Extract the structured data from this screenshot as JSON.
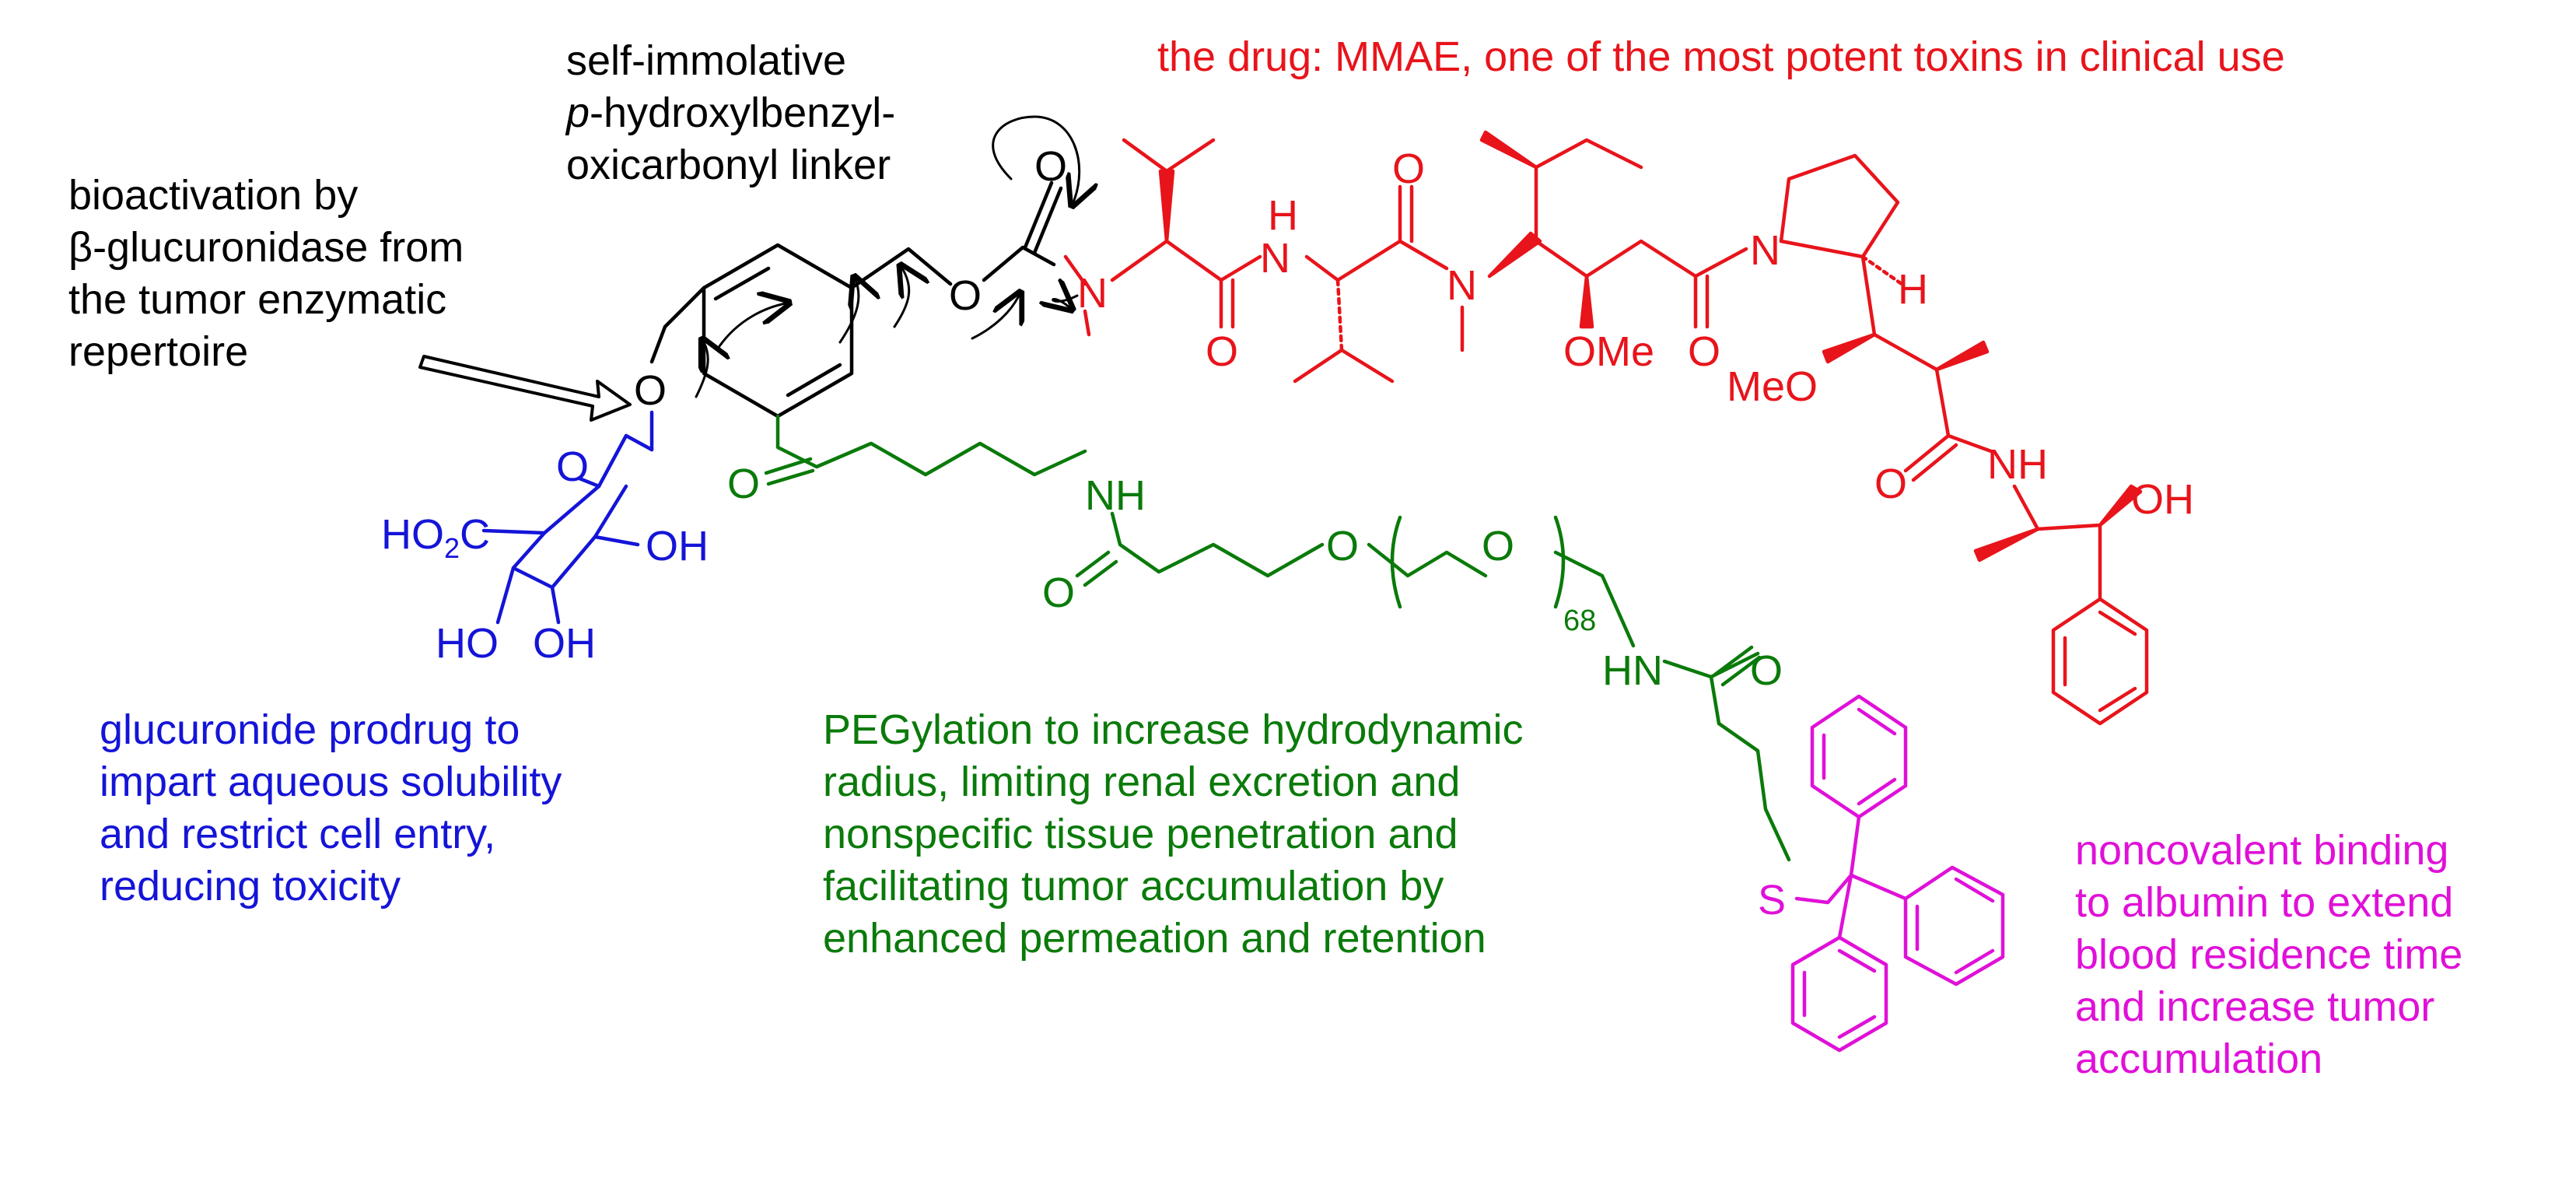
{
  "colors": {
    "drug": "#e8141b",
    "glucuronide": "#1414d8",
    "peg": "#0a7a0a",
    "albumin": "#e010d8",
    "linker": "#000000"
  },
  "annotations": {
    "drug": "the drug: MMAE, one of the most potent toxins in clinical use",
    "linker": "self-immolative\np-hydroxylbenzyl-\noxicarbonyl linker",
    "bioactivation": "bioactivation by\nβ-glucuronidase from\nthe tumor enzymatic\nrepertoire",
    "glucuronide": "glucuronide prodrug to\nimpart aqueous solubility\nand restrict cell entry,\nreducing toxicity",
    "peg": "PEGylation to increase hydrodynamic\nradius, limiting renal excretion and\nnonspecific tissue penetration and\nfacilitating tumor accumulation by\nenhanced permeation and retention",
    "albumin": "noncovalent binding\nto albumin to extend\nblood residence time\nand increase tumor\naccumulation"
  },
  "atoms": {
    "o_glycosidic": "O",
    "o_ring": "O",
    "co2h": "HO2C",
    "oh_a": "OH",
    "oh_b": "OH",
    "oh_c": "HO",
    "o_benzyl": "O",
    "o_carbonyl": "O",
    "o_amide1": "O",
    "nh_linker": "NH",
    "o_amide2": "O",
    "o_peg1": "O",
    "o_peg2": "O",
    "peg_count": "68",
    "hn_peg": "HN",
    "o_amide3": "O",
    "s_trityl": "S",
    "n_val1": "N",
    "o_val1": "O",
    "nh_val2": "H\nN",
    "o_val2": "O",
    "n_dil": "N",
    "ome1": "OMe",
    "o_dil": "O",
    "n_pro": "N",
    "h_pro": "H",
    "meo": "MeO",
    "o_dap": "O",
    "nh_nor": "NH",
    "oh_nor": "OH"
  }
}
